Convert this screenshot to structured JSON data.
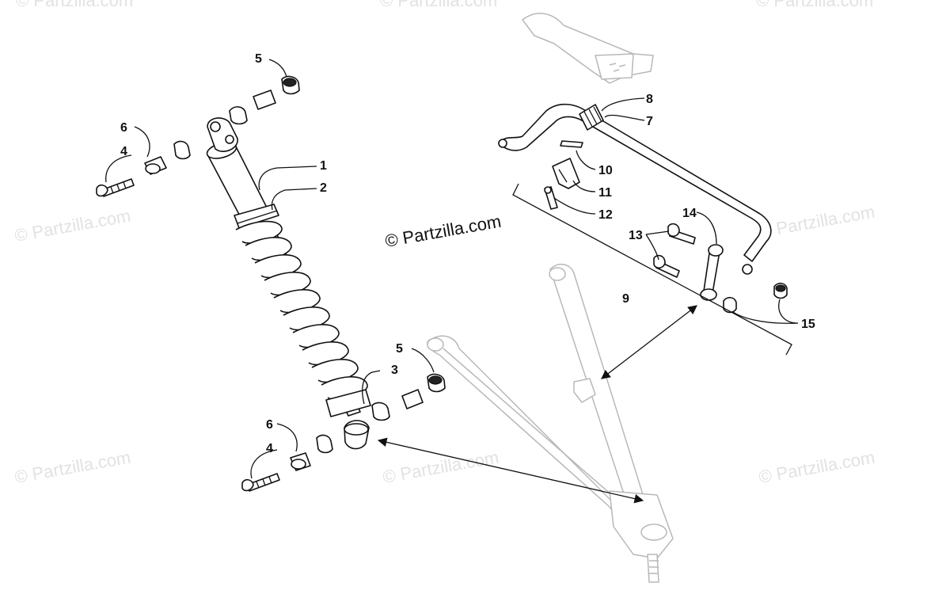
{
  "watermarks": {
    "w1": "© Partzilla.com",
    "w2": "© Partzilla.com",
    "w3": "© Partzilla.com",
    "w4": "© Partzilla.com",
    "w5": "© Partzilla.com",
    "w6": "© Partzilla.com",
    "w7": "© Partzilla.com",
    "w8": "© Partzilla.com"
  },
  "copyright": "© Partzilla.com",
  "callouts": {
    "c1": "1",
    "c2": "2",
    "c3": "3",
    "c4_top": "4",
    "c4_bottom": "4",
    "c5_top": "5",
    "c5_bottom": "5",
    "c6_top": "6",
    "c6_bottom": "6",
    "c7": "7",
    "c8": "8",
    "c9": "9",
    "c10": "10",
    "c11": "11",
    "c12": "12",
    "c13": "13",
    "c14": "14",
    "c15": "15"
  },
  "colors": {
    "line": "#111111",
    "ghost": "#b8b8b8",
    "watermark": "#e2e2e2",
    "background": "#ffffff"
  }
}
